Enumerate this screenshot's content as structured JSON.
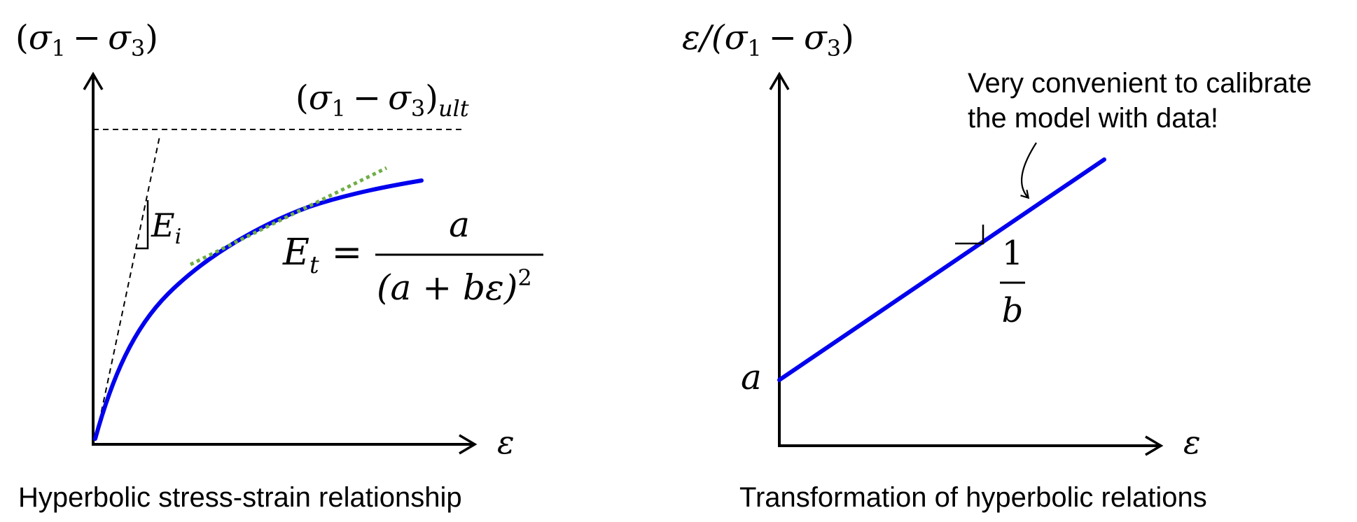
{
  "left_panel": {
    "caption": "Hyperbolic stress-strain relationship",
    "y_axis_label": {
      "open": "(",
      "sigma1": "σ",
      "sub1": "1",
      "minus": "−",
      "sigma3": "σ",
      "sub3": "3",
      "close": ")"
    },
    "x_axis_label": "ε",
    "asymptote_label": {
      "open": "(",
      "sigma1": "σ",
      "sub1": "1",
      "minus": "−",
      "sigma3": "σ",
      "sub3": "3",
      "close": ")",
      "sub": "ult"
    },
    "initial_modulus_label": {
      "E": "E",
      "sub": "i"
    },
    "tangent_modulus": {
      "E": "E",
      "sub": "t",
      "equals": "=",
      "numerator": "a",
      "denominator": "(a + bε)",
      "power": "2"
    },
    "colors": {
      "curve": "#0000ee",
      "tangent": "#70ad47",
      "axes": "#000000"
    }
  },
  "right_panel": {
    "caption": "Transformation of hyperbolic relations",
    "y_axis_label": {
      "eps": "ε/(",
      "sigma1": "σ",
      "sub1": "1",
      "minus": "−",
      "sigma3": "σ",
      "sub3": "3",
      "close": ")"
    },
    "x_axis_label": "ε",
    "intercept_label": "a",
    "slope_label": {
      "numerator": "1",
      "denominator": "b"
    },
    "note_line1": "Very convenient to calibrate",
    "note_line2": "the model with data!",
    "colors": {
      "line": "#0000ee",
      "axes": "#000000"
    }
  }
}
